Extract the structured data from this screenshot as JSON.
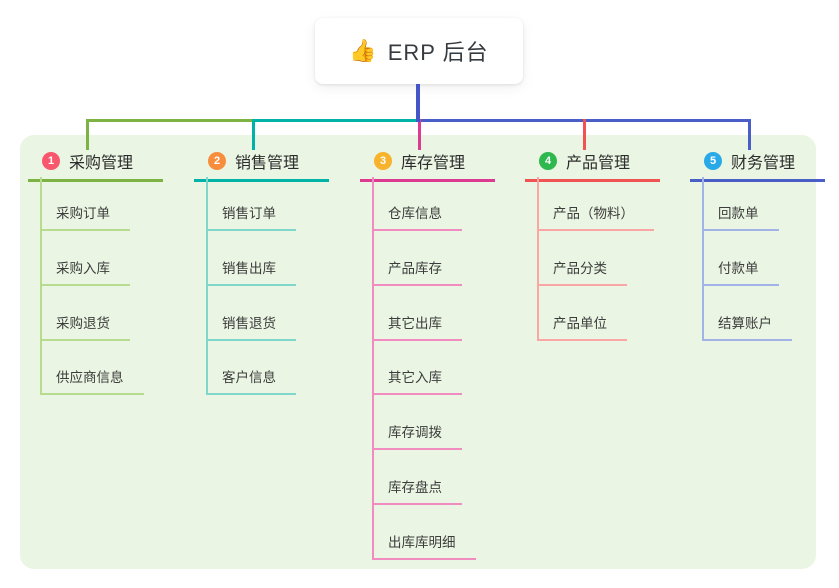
{
  "root": {
    "label": "ERP 后台",
    "emoji": "👍"
  },
  "palette": {
    "root_edge": "#4355c8",
    "panel_bg": "#eaf6e3",
    "card_bg": "#ffffff",
    "header_text": "#2c2c2c",
    "leaf_text": "#3c3c3c"
  },
  "branches": [
    {
      "index": "1",
      "label": "采购管理",
      "badge_color": "#f8576c",
      "line_color": "#7cb342",
      "sub_line_color": "#b7dc8f",
      "children": [
        "采购订单",
        "采购入库",
        "采购退货",
        "供应商信息"
      ]
    },
    {
      "index": "2",
      "label": "销售管理",
      "badge_color": "#f78e3d",
      "line_color": "#00b3a6",
      "sub_line_color": "#7fd6cb",
      "children": [
        "销售订单",
        "销售出库",
        "销售退货",
        "客户信息"
      ]
    },
    {
      "index": "3",
      "label": "库存管理",
      "badge_color": "#f7b32b",
      "line_color": "#dd3a91",
      "sub_line_color": "#f08cc0",
      "children": [
        "仓库信息",
        "产品库存",
        "其它出库",
        "其它入库",
        "库存调拨",
        "库存盘点",
        "出库库明细"
      ]
    },
    {
      "index": "4",
      "label": "产品管理",
      "badge_color": "#2eb84e",
      "line_color": "#f15352",
      "sub_line_color": "#f9a6a5",
      "children": [
        "产品（物料）",
        "产品分类",
        "产品单位"
      ]
    },
    {
      "index": "5",
      "label": "财务管理",
      "badge_color": "#29a9e8",
      "line_color": "#4a5ec7",
      "sub_line_color": "#a2b3e8",
      "children": [
        "回款单",
        "付款单",
        "结算账户"
      ]
    }
  ]
}
